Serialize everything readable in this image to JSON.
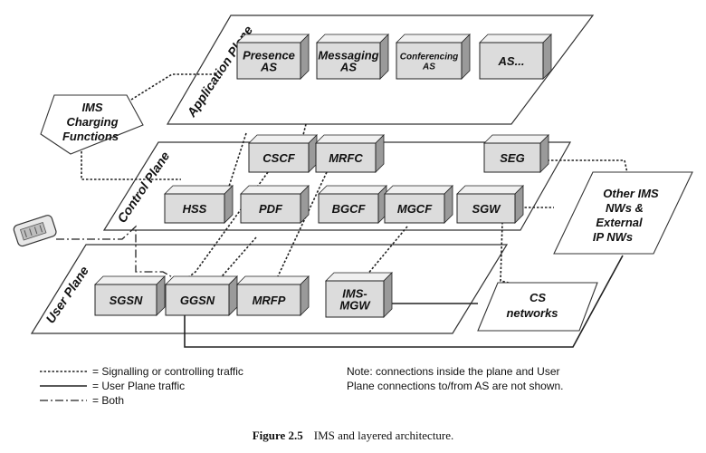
{
  "planes": {
    "application": "Application Plane",
    "control": "Control Plane",
    "user": "User Plane"
  },
  "boxes": {
    "presence_1": "Presence",
    "presence_2": "AS",
    "messaging_1": "Messaging",
    "messaging_2": "AS",
    "conferencing_1": "Conferencing",
    "conferencing_2": "AS",
    "as_other": "AS...",
    "cscf": "CSCF",
    "mrfc": "MRFC",
    "seg": "SEG",
    "hss": "HSS",
    "pdf": "PDF",
    "bgcf": "BGCF",
    "mgcf": "MGCF",
    "sgw": "SGW",
    "sgsn": "SGSN",
    "ggsn": "GGSN",
    "mrfp": "MRFP",
    "imsmgw_1": "IMS-",
    "imsmgw_2": "MGW"
  },
  "side": {
    "charging_1": "IMS",
    "charging_2": "Charging",
    "charging_3": "Functions",
    "other_1": "Other IMS",
    "other_2": "NWs &",
    "other_3": "External",
    "other_4": "IP NWs",
    "cs_1": "CS",
    "cs_2": "networks"
  },
  "legend": {
    "signalling": "= Signalling or controlling traffic",
    "user_plane": "= User Plane traffic",
    "both": "= Both",
    "note_1": "Note: connections inside the plane and User",
    "note_2": "Plane connections to/from AS are not shown."
  },
  "caption": {
    "label": "Figure 2.5",
    "text": "IMS and layered architecture."
  }
}
